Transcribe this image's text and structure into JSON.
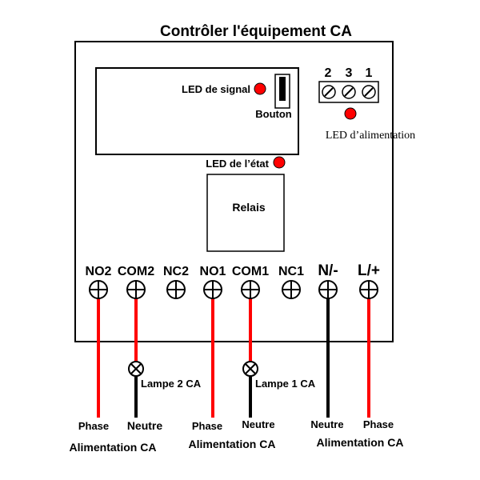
{
  "title": "Contrôler l'équipement CA",
  "module": {
    "signal_led_label": "LED de signal",
    "button_label": "Bouton",
    "power_led_label": "LED d’alimentation",
    "status_led_label": "LED de l’état",
    "relay_label": "Relais",
    "power_terminal_numbers": [
      "2",
      "3",
      "1"
    ]
  },
  "terminals": [
    "NO2",
    "COM2",
    "NC2",
    "NO1",
    "COM1",
    "NC1",
    "N/-",
    "L/+"
  ],
  "lamps": {
    "lamp2_label": "Lampe 2 CA",
    "lamp1_label": "Lampe 1 CA"
  },
  "wire_labels": {
    "phase_left": "Phase",
    "neutral_left": "Neutre",
    "phase_mid": "Phase",
    "neutral_mid": "Neutre",
    "neutral_right": "Neutre",
    "phase_right": "Phase"
  },
  "supply_labels": {
    "left": "Alimentation CA",
    "middle": "Alimentation CA",
    "right": "Alimentation CA"
  },
  "colors": {
    "led": "#ff0000",
    "phase_wire": "#ff0000",
    "neutral_wire": "#000000",
    "outline": "#000000"
  }
}
